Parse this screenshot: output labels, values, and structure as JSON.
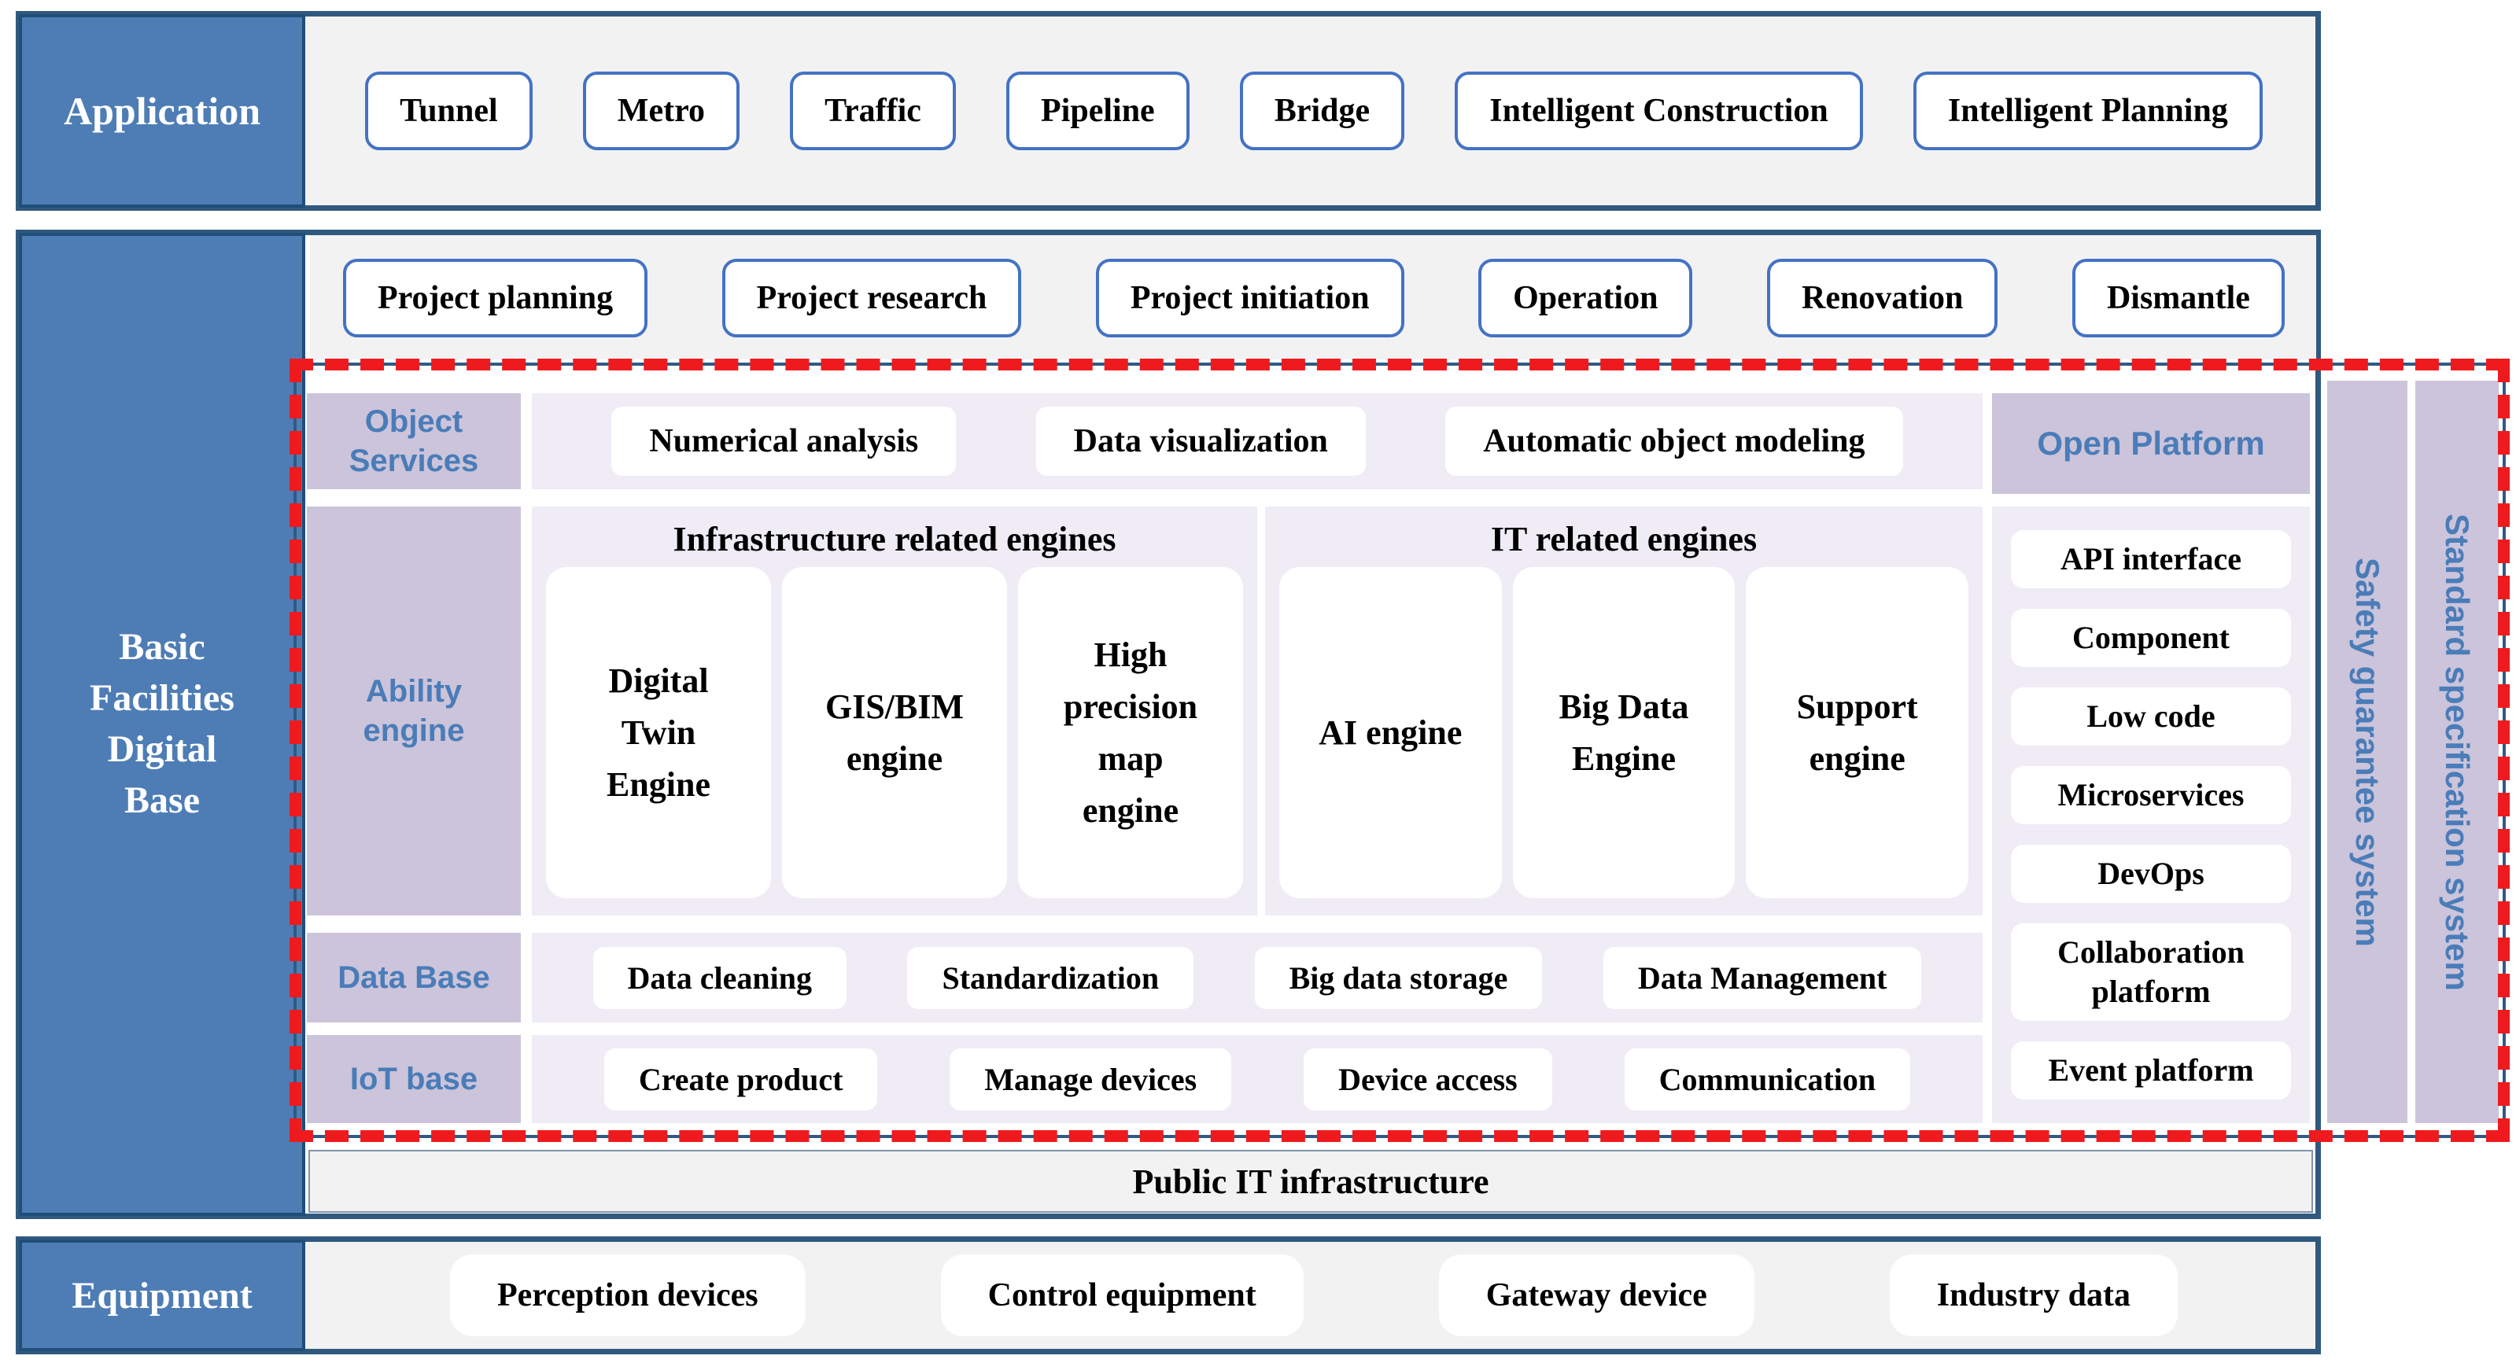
{
  "colors": {
    "frame_border": "#31597F",
    "steel_blue_fill": "#4E7DB5",
    "label_border": "#1F4E79",
    "light_gray": "#F2F2F2",
    "lavender_strip": "#EFECF6",
    "purple_label": "#CBC4DA",
    "button_border_blue": "#4472C4",
    "blue_text": "#4A7CB8",
    "highlight_red": "#EF1A1D"
  },
  "application": {
    "label": "Application",
    "items": [
      "Tunnel",
      "Metro",
      "Traffic",
      "Pipeline",
      "Bridge",
      "Intelligent Construction",
      "Intelligent Planning"
    ]
  },
  "base": {
    "sidebar_lines": [
      "Basic",
      "Facilities",
      "Digital",
      "Base"
    ],
    "lifecycle": [
      "Project planning",
      "Project research",
      "Project initiation",
      "Operation",
      "Renovation",
      "Dismantle"
    ],
    "object_services": {
      "label": "Object Services",
      "items": [
        "Numerical analysis",
        "Data visualization",
        "Automatic object modeling"
      ]
    },
    "ability_engine": {
      "label": "Ability engine",
      "groups": [
        {
          "title": "Infrastructure related engines",
          "cards": [
            "Digital Twin Engine",
            "GIS/BIM engine",
            "High precision map engine"
          ]
        },
        {
          "title": "IT related engines",
          "cards": [
            "AI engine",
            "Big Data Engine",
            "Support engine"
          ]
        }
      ]
    },
    "data_base": {
      "label": "Data Base",
      "items": [
        "Data cleaning",
        "Standardization",
        "Big data storage",
        "Data Management"
      ]
    },
    "iot_base": {
      "label": "IoT base",
      "items": [
        "Create product",
        "Manage devices",
        "Device access",
        "Communication"
      ]
    },
    "open_platform": {
      "label": "Open Platform",
      "items": [
        "API interface",
        "Component",
        "Low code",
        "Microservices",
        "DevOps",
        "Collaboration platform",
        "Event platform"
      ]
    },
    "safety_bar": "Safety guarantee system",
    "standard_bar": "Standard specification system",
    "public_it": "Public IT infrastructure"
  },
  "equipment": {
    "label": "Equipment",
    "items": [
      "Perception devices",
      "Control equipment",
      "Gateway device",
      "Industry data"
    ]
  }
}
